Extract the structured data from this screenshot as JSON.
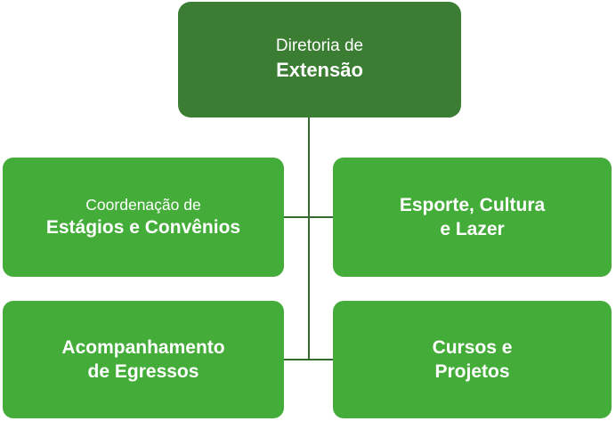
{
  "org_chart": {
    "root": {
      "line1": "Diretoria de",
      "line2": "Extensão"
    },
    "children": {
      "estagios": {
        "line1": "Coordenação de",
        "line2": "Estágios e Convênios"
      },
      "esporte": {
        "line1": "Esporte, Cultura",
        "line2": "e Lazer"
      },
      "egressos": {
        "line1": "Acompanhamento",
        "line2": "de Egressos"
      },
      "cursos": {
        "line1": "Cursos e",
        "line2": "Projetos"
      }
    }
  },
  "colors": {
    "root_box": "#3a7d33",
    "child_box": "#44ad3a",
    "connector_line": "#356b2e",
    "text": "#ffffff",
    "background": "#ffffff"
  }
}
